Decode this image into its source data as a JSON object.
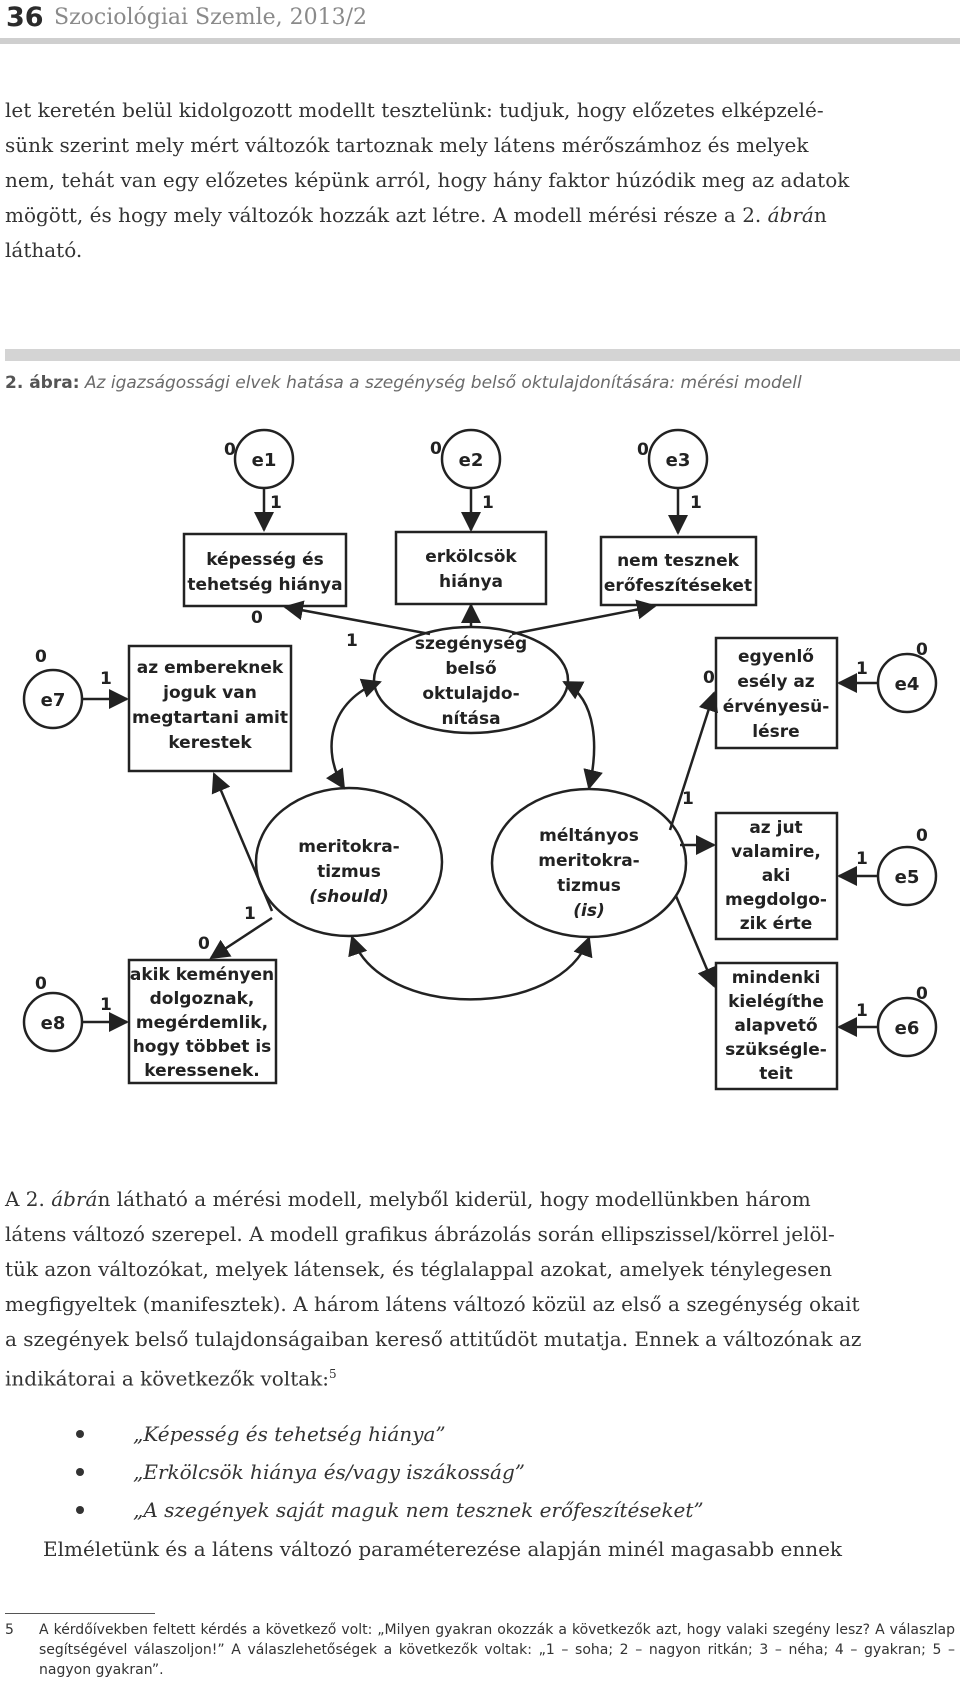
{
  "header": {
    "page_number": "36",
    "journal": "Szociológiai Szemle, 2013/2"
  },
  "intro": {
    "line1": "let keretén belül kidolgozott modellt tesztelünk: tudjuk, hogy előzetes elképzelé-",
    "line2": "sünk szerint mely mért változók tartoznak mely látens mérőszámhoz és melyek",
    "line3": "nem, tehát van egy előzetes képünk arról, hogy hány faktor húzódik meg az adatok",
    "line4_a": "mögött, és hogy mely változók hozzák azt létre. A modell mérési része a 2. ",
    "line4_ref": "ábrá",
    "line4_b": "n",
    "line5": "látható."
  },
  "figure": {
    "label": "2. ábra:",
    "caption": "Az igazságossági elvek hatása a szegénység belső oktulajdonítására: mérési modell",
    "errors": {
      "e1": "e1",
      "e2": "e2",
      "e3": "e3",
      "e4": "e4",
      "e5": "e5",
      "e6": "e6",
      "e7": "e7",
      "e8": "e8"
    },
    "zero": "0",
    "one": "1",
    "boxes": {
      "kepesseg": [
        "képesség és",
        "tehetség hiánya"
      ],
      "erkolcsok": [
        "erkölcsök",
        "hiánya"
      ],
      "nem_tesznek": [
        "nem tesznek",
        "erőfeszítéseket"
      ],
      "joguk": [
        "az embereknek",
        "joguk van",
        "megtartani amit",
        "kerestek"
      ],
      "kemenyen": [
        "akik keményen",
        "dolgoznak,",
        "megérdemlik,",
        "hogy többet is",
        "keressenek."
      ],
      "egyenlo": [
        "egyenlő",
        "esély az",
        "érvényesü-",
        "lésre"
      ],
      "az_jut": [
        "az jut",
        "valamire,",
        "aki",
        "megdolgo-",
        "zik érte"
      ],
      "mindenki": [
        "mindenki",
        "kielégíthe",
        "alapvető",
        "szükségle-",
        "teit"
      ]
    },
    "latents": {
      "szegenyseg": [
        "szegénység",
        "belső",
        "oktulajdo-",
        "nítása"
      ],
      "meritokratizmus": [
        "meritokra-",
        "tizmus",
        "(should)"
      ],
      "meltanyos": [
        "méltányos",
        "meritokra-",
        "tizmus",
        "(is)"
      ]
    }
  },
  "body": {
    "p1_a": "A 2. ",
    "p1_ref": "ábrá",
    "p1_b": "n látható a mérési modell, melyből kiderül, hogy modellünkben három",
    "p2": "látens változó szerepel. A modell grafikus ábrázolás során ellipszissel/körrel jelöl-",
    "p3": "tük azon változókat, melyek látensek, és téglalappal azokat, amelyek ténylegesen",
    "p4": "megfigyeltek (manifesztek). A három látens változó közül az első a szegénység okait",
    "p5": "a szegények belső tulajdonságaiban kereső attitűdöt mutatja. Ennek a változónak az",
    "p6": "indikátorai a következők voltak:",
    "p6_sup": "5"
  },
  "bullets": [
    "„Képesség és tehetség hiánya”",
    "„Erkölcsök hiánya és/vagy iszákosság”",
    "„A szegények saját maguk nem tesznek erőfeszítéseket”"
  ],
  "closing": "Elméletünk és a látens változó paraméterezése alapján minél magasabb ennek",
  "footnote": {
    "number": "5",
    "text": "A kérdőívekben feltett kérdés a következő volt: „Milyen gyakran okozzák a következők azt, hogy valaki szegény lesz? A válaszlap segítségével válaszoljon!” A válaszlehetőségek a következők voltak: „1 – soha; 2 – nagyon ritkán; 3 – néha; 4 – gyakran; 5 – nagyon gyakran”."
  }
}
